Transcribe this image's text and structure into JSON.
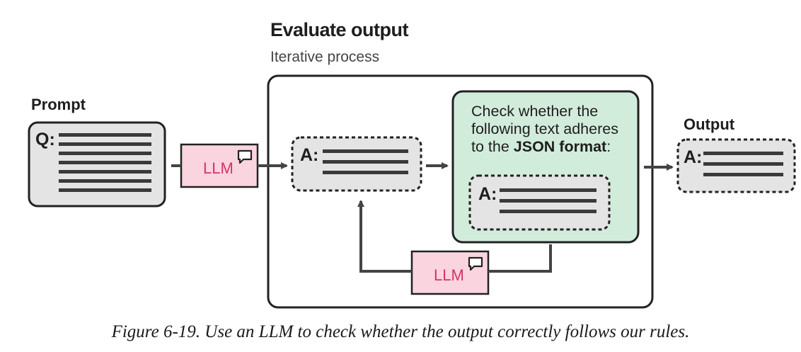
{
  "title": "Evaluate output",
  "subtitle": "Iterative process",
  "prompt": {
    "label": "Prompt",
    "prefix": "Q:"
  },
  "llm_label": "LLM",
  "answer_prefix": "A:",
  "check": {
    "text_before": "Check whether the following text adheres to the ",
    "text_bold": "JSON format",
    "text_after": ":"
  },
  "output": {
    "label": "Output",
    "prefix": "A:"
  },
  "caption": "Figure 6-19. Use an LLM to check whether the output correctly follows our rules.",
  "colors": {
    "llm_fill": "#fad4df",
    "llm_text": "#d6336c",
    "check_fill": "#d2ecdc",
    "box_fill": "#e4e4e4",
    "stroke": "#222222"
  },
  "icons": [
    "speech-bubble-icon",
    "arrow-icon"
  ]
}
